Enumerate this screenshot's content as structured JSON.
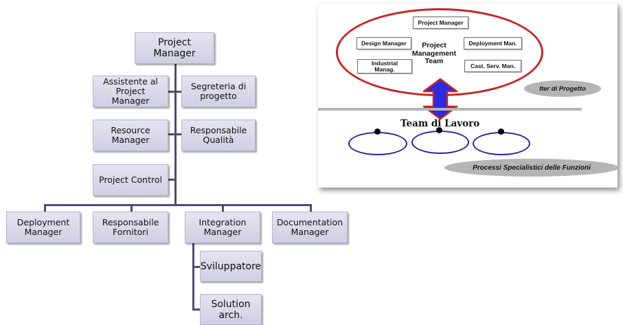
{
  "org_chart": {
    "root": "Project Manager",
    "staff_left": [
      "Assistente al\nProject Manager",
      "Resource\nManager",
      "Project Control"
    ],
    "staff_right": [
      "Segreteria di\nprogetto",
      "Responsabile\nQualità"
    ],
    "functions": [
      "Deployment\nManager",
      "Responsabile\nFornitori",
      "Integration\nManager",
      "Documentation\nManager"
    ],
    "integration_children": [
      "Sviluppatore",
      "Solution arch."
    ]
  },
  "panel": {
    "roles": {
      "project_manager": "Project Manager",
      "design_manager": "Design Manager",
      "deployment_man": "Deployment Man.",
      "industrial_manag": "Industrial\nManag.",
      "cast_serv_man": "Cast. Serv. Man."
    },
    "pm_team": "Project\nManagement\nTeam",
    "iter_label": "Iter di Progetto",
    "team_title": "Team di Lavoro",
    "processi_label": "Processi  Specialistici  delle  Funzioni",
    "colors": {
      "ellipse_border": "#cc2222",
      "arrow_fill": "#2a2ae0",
      "arrow_border": "#cc2222",
      "team_ellipse_border": "#2424a8"
    }
  }
}
